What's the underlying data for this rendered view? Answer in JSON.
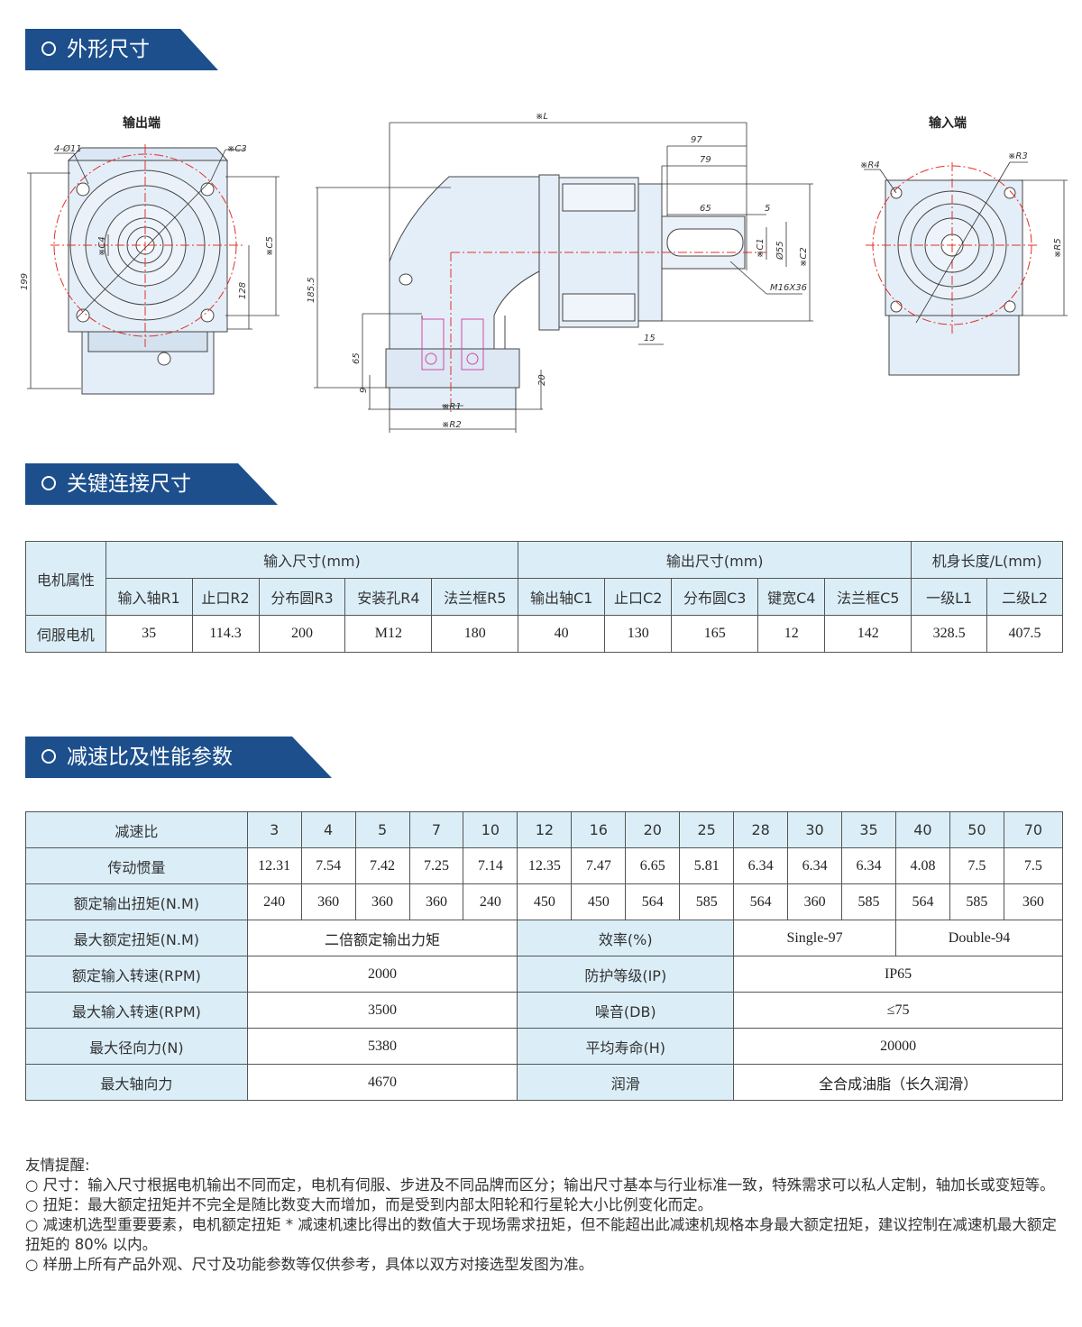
{
  "sections": {
    "s1": "外形尺寸",
    "s2": "关键连接尺寸",
    "s3": "减速比及性能参数"
  },
  "drawing": {
    "output_end": "输出端",
    "input_end": "输入端",
    "dims": {
      "d_4phi11": "4-Ø11",
      "d_c3": "※C3",
      "d_199": "199",
      "d_c4": "※C4",
      "d_c5": "※C5",
      "d_128": "128",
      "d_l": "※L",
      "d_97": "97",
      "d_79": "79",
      "d_65a": "65",
      "d_5": "5",
      "d_185_5": "185.5",
      "d_c1": "※C1",
      "d_phi55": "Ø55",
      "d_c2": "※C2",
      "d_m16": "M16X36",
      "d_65b": "65",
      "d_9": "9",
      "d_20": "20",
      "d_15": "15",
      "d_r1": "※R1",
      "d_r2": "※R2",
      "d_r4": "※R4",
      "d_r3": "※R3",
      "d_r5": "※R5"
    }
  },
  "table1": {
    "motor_attr": "电机属性",
    "groups": [
      "输入尺寸(mm)",
      "输出尺寸(mm)",
      "机身长度/L(mm)"
    ],
    "columns": [
      "输入轴R1",
      "止口R2",
      "分布圆R3",
      "安装孔R4",
      "法兰框R5",
      "输出轴C1",
      "止口C2",
      "分布圆C3",
      "键宽C4",
      "法兰框C5",
      "一级L1",
      "二级L2"
    ],
    "row_label": "伺服电机",
    "row_values": [
      "35",
      "114.3",
      "200",
      "M12",
      "180",
      "40",
      "130",
      "165",
      "12",
      "142",
      "328.5",
      "407.5"
    ]
  },
  "table2": {
    "ratio_label": "减速比",
    "ratios": [
      "3",
      "4",
      "5",
      "7",
      "10",
      "12",
      "16",
      "20",
      "25",
      "28",
      "30",
      "35",
      "40",
      "50",
      "70"
    ],
    "inertia_label": "传动惯量",
    "inertia": [
      "12.31",
      "7.54",
      "7.42",
      "7.25",
      "7.14",
      "12.35",
      "7.47",
      "6.65",
      "5.81",
      "6.34",
      "6.34",
      "6.34",
      "4.08",
      "7.5",
      "7.5"
    ],
    "torque_label": "额定输出扭矩(N.M)",
    "torque": [
      "240",
      "360",
      "360",
      "360",
      "240",
      "450",
      "450",
      "564",
      "585",
      "564",
      "360",
      "585",
      "564",
      "585",
      "360"
    ],
    "max_torque_label": "最大额定扭矩(N.M)",
    "max_torque_value": "二倍额定输出力矩",
    "efficiency_label": "效率(%)",
    "eff_single": "Single-97",
    "eff_double": "Double-94",
    "rated_speed_label": "额定输入转速(RPM)",
    "rated_speed": "2000",
    "ip_label": "防护等级(IP)",
    "ip": "IP65",
    "max_speed_label": "最大输入转速(RPM)",
    "max_speed": "3500",
    "noise_label": "噪音(DB)",
    "noise": "≤75",
    "radial_label": "最大径向力(N)",
    "radial": "5380",
    "life_label": "平均寿命(H)",
    "life": "20000",
    "axial_label": "最大轴向力",
    "axial": "4670",
    "lube_label": "润滑",
    "lube": "全合成油脂（长久润滑）"
  },
  "notes": {
    "title": "友情提醒:",
    "n1": "○ 尺寸：输入尺寸根据电机输出不同而定，电机有伺服、步进及不同品牌而区分；输出尺寸基本与行业标准一致，特殊需求可以私人定制，轴加长或变短等。",
    "n2": "○ 扭矩：最大额定扭矩并不完全是随比数变大而增加，而是受到内部太阳轮和行星轮大小比例变化而定。",
    "n3": "○ 减速机选型重要要素，电机额定扭矩 * 减速机速比得出的数值大于现场需求扭矩，但不能超出此减速机规格本身最大额定扭矩，建议控制在减速机最大额定扭矩的 80% 以内。",
    "n4": "○ 样册上所有产品外观、尺寸及功能参数等仅供参考，具体以双方对接选型发图为准。"
  },
  "colors": {
    "banner": "#1c4f8c",
    "header_bg": "#dbeef8",
    "center_line": "#e0312a",
    "part_fill": "#e4eef8"
  }
}
